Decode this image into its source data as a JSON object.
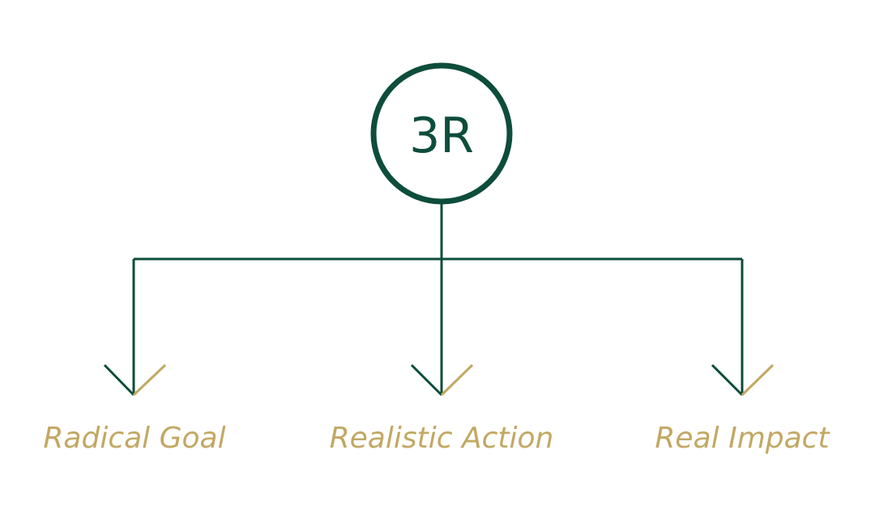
{
  "diagram": {
    "hub": {
      "label": "3R"
    },
    "branches": [
      {
        "label": "Radical Goal"
      },
      {
        "label": "Realistic Action"
      },
      {
        "label": "Real Impact"
      }
    ]
  },
  "colors": {
    "primary": "#0d4d3b",
    "accent": "#c2a863",
    "background": "#ffffff"
  }
}
